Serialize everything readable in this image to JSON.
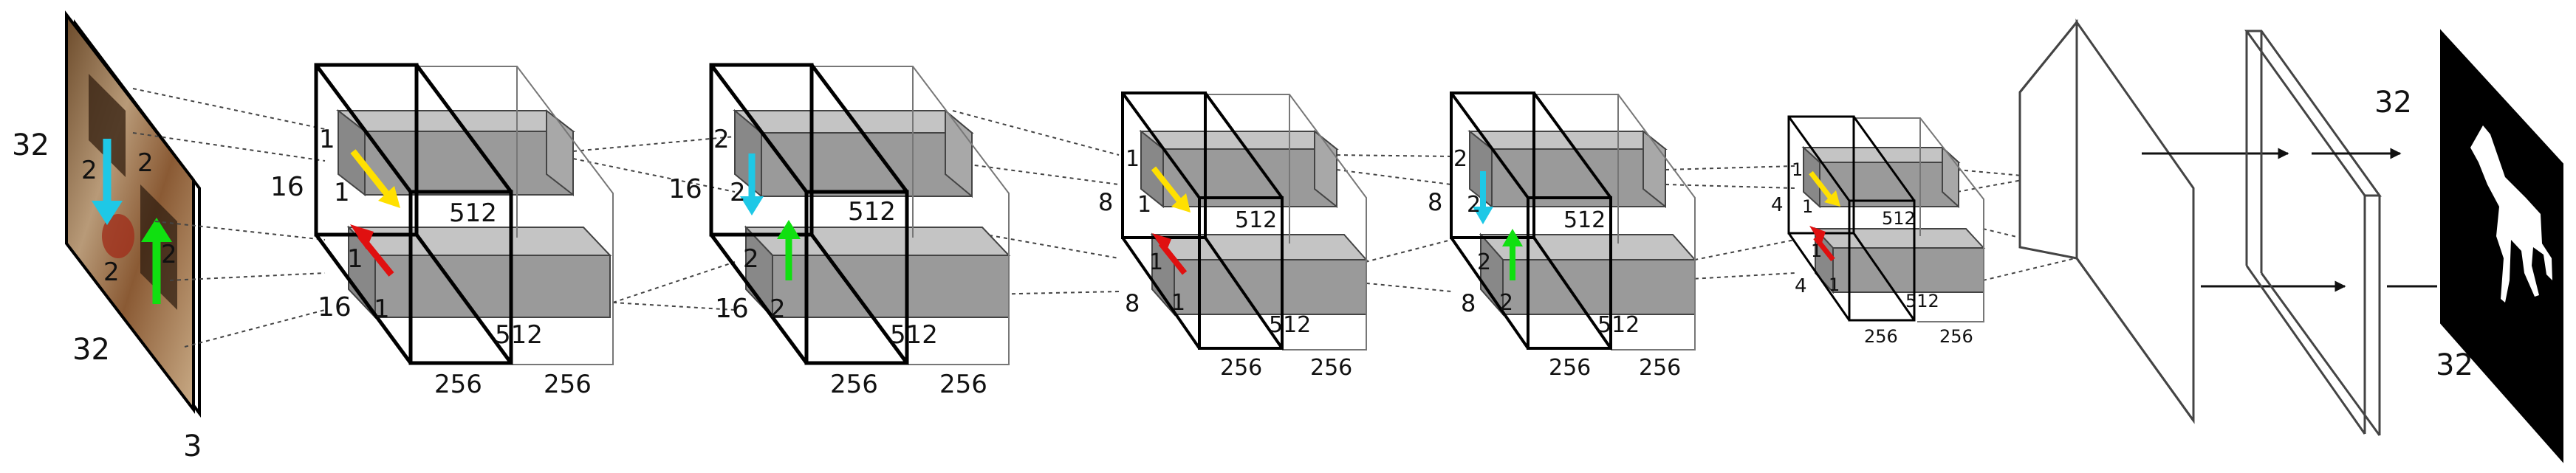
{
  "labels": {
    "input_height": "32",
    "input_width": "32",
    "input_channels": "3",
    "input_kernel_a": "2",
    "input_kernel_b": "2",
    "input_kernel_c": "2",
    "input_kernel_d": "2",
    "b1_h16": "16",
    "b1_h16b": "16",
    "b1_k1a": "1",
    "b1_k1b": "1",
    "b1_k1c": "1",
    "b1_k1d": "1",
    "b1_d512a": "512",
    "b1_d512b": "512",
    "b1_w256a": "256",
    "b1_w256b": "256",
    "b2_h16": "16",
    "b2_h16b": "16",
    "b2_k2a": "2",
    "b2_k2b": "2",
    "b2_k2c": "2",
    "b2_k2d": "2",
    "b2_d512a": "512",
    "b2_d512b": "512",
    "b2_w256a": "256",
    "b2_w256b": "256",
    "b3_h8": "8",
    "b3_h8b": "8",
    "b3_k1a": "1",
    "b3_k1b": "1",
    "b3_k1c": "1",
    "b3_k1d": "1",
    "b3_d512a": "512",
    "b3_d512b": "512",
    "b3_w256a": "256",
    "b3_w256b": "256",
    "b4_h8": "8",
    "b4_h8b": "8",
    "b4_k2a": "2",
    "b4_k2b": "2",
    "b4_k2c": "2",
    "b4_k2d": "2",
    "b4_d512a": "512",
    "b4_d512b": "512",
    "b4_w256a": "256",
    "b4_w256b": "256",
    "b5_h4": "4",
    "b5_h4b": "4",
    "b5_k1a": "1",
    "b5_k1b": "1",
    "b5_k1c": "1",
    "b5_k1d": "1",
    "b5_d512a": "512",
    "b5_d512b": "512",
    "b5_w256a": "256",
    "b5_w256b": "256",
    "out_top": "32",
    "out_bottom": "32"
  },
  "colors": {
    "arrow_down": "#1ec8e6",
    "arrow_up": "#10e010",
    "arrow_diag_yellow": "#ffe000",
    "arrow_diag_red": "#e01010",
    "slab_fill": "#9a9a9a",
    "slab_top": "#c4c4c4"
  },
  "icons": {
    "input_image": "horse-photo-icon",
    "output_mask": "horse-mask-icon"
  }
}
